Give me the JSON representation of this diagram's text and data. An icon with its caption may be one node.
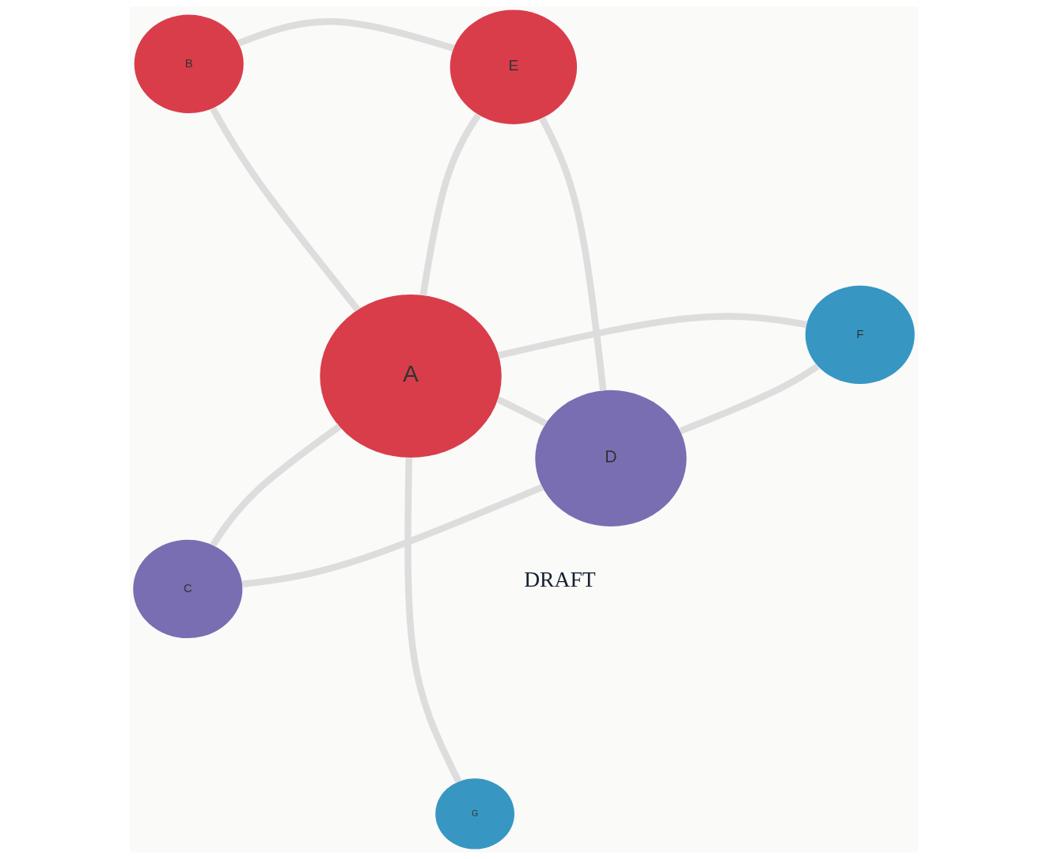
{
  "diagram": {
    "nodes": [
      {
        "text": [
          "C"
        ]
      },
      {
        "text": [
          "D"
        ]
      },
      {
        "text": [
          "G"
        ]
      },
      {
        "text": [
          "B"
        ]
      },
      {
        "text": [
          "F"
        ]
      },
      {
        "text": [
          "E"
        ]
      },
      {
        "text": [
          "A"
        ]
      }
    ],
    "edges": [
      {
        "from": 0,
        "to": 1,
        "arrow": "none"
      },
      {
        "from": 0,
        "to": 6,
        "arrow": "none"
      },
      {
        "from": 1,
        "to": 4,
        "arrow": "none"
      },
      {
        "from": 1,
        "to": 5,
        "arrow": "none"
      },
      {
        "from": 1,
        "to": 6,
        "arrow": "none"
      },
      {
        "from": 3,
        "to": 5,
        "arrow": "none"
      },
      {
        "from": 3,
        "to": 6,
        "arrow": "none"
      },
      {
        "from": 2,
        "to": 6,
        "arrow": "none"
      },
      {
        "from": 4,
        "to": 6,
        "arrow": "none"
      },
      {
        "from": 5,
        "to": 6,
        "arrow": "none"
      }
    ],
    "labels": [
      "DRAFT"
    ]
  }
}
